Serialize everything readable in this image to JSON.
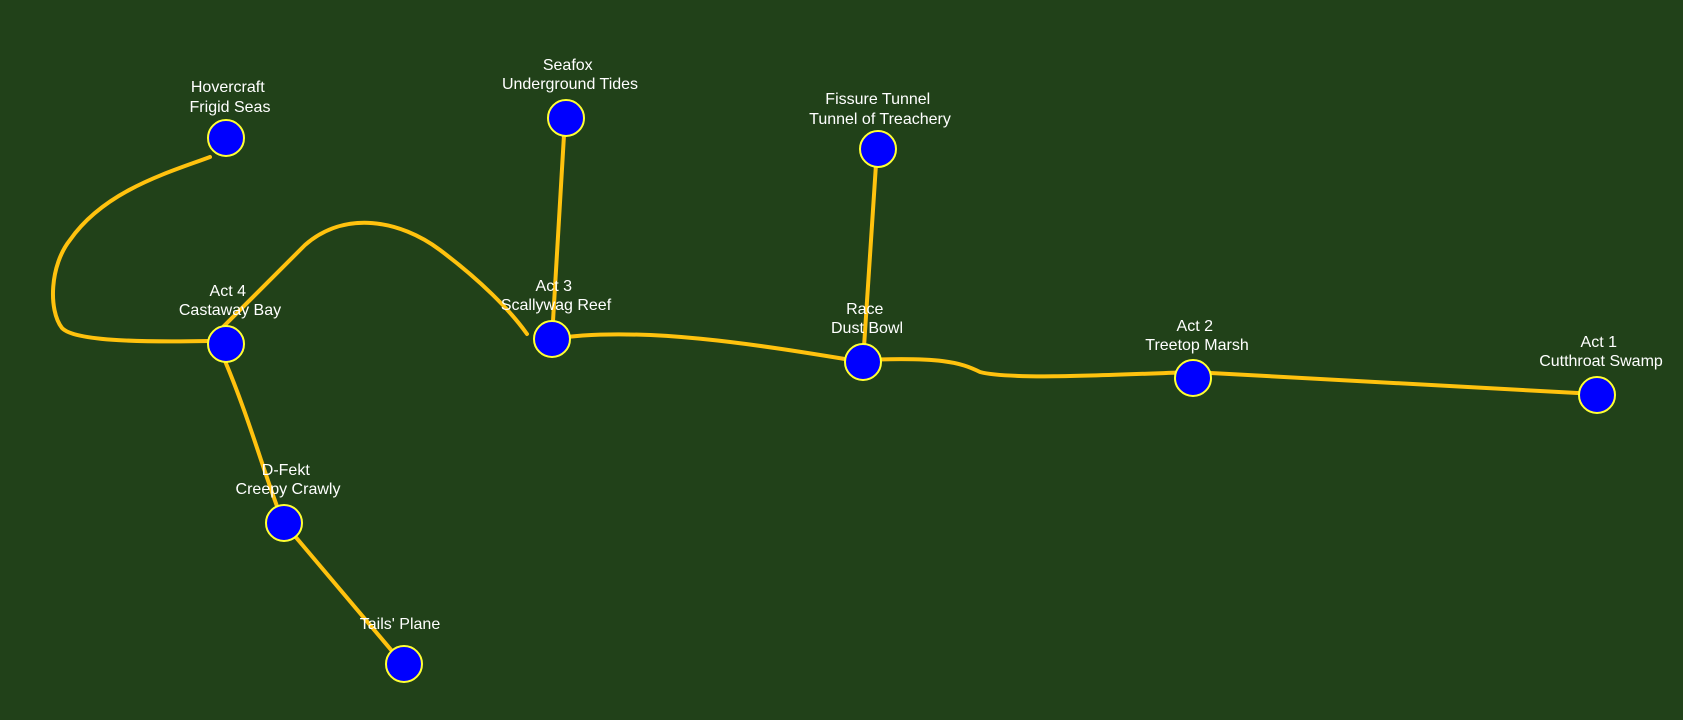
{
  "map": {
    "colors": {
      "background": "#214119",
      "path": "#FFC20E",
      "node_fill": "#0000FF",
      "node_stroke": "#FFFF33",
      "label": "#FFFFFF"
    },
    "nodes": [
      {
        "id": "hovercraft",
        "line1": "Hovercraft",
        "line2": "Frigid Seas"
      },
      {
        "id": "seafox",
        "line1": "Seafox",
        "line2": "Underground Tides"
      },
      {
        "id": "fissure-tunnel",
        "line1": "Fissure Tunnel",
        "line2": "Tunnel of Treachery"
      },
      {
        "id": "act4",
        "line1": "Act 4",
        "line2": "Castaway Bay"
      },
      {
        "id": "act3",
        "line1": "Act 3",
        "line2": "Scallywag Reef"
      },
      {
        "id": "race",
        "line1": "Race",
        "line2": "Dust Bowl"
      },
      {
        "id": "act2",
        "line1": "Act 2",
        "line2": "Treetop Marsh"
      },
      {
        "id": "act1",
        "line1": "Act 1",
        "line2": "Cutthroat Swamp"
      },
      {
        "id": "d-fekt",
        "line1": "D-Fekt",
        "line2": "Creepy Crawly"
      },
      {
        "id": "tails-plane",
        "line1": "Tails' Plane",
        "line2": ""
      }
    ]
  }
}
